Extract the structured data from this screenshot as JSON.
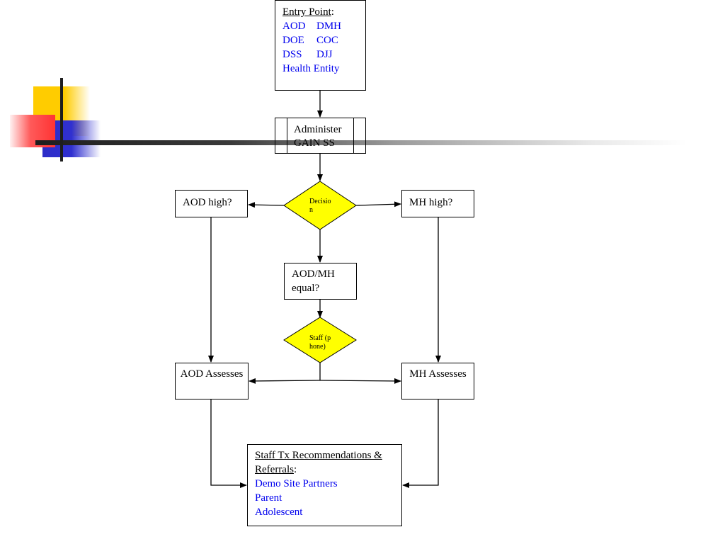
{
  "diagram": {
    "entry": {
      "heading": "Entry Point",
      "colon": ":",
      "rows": [
        [
          "AOD",
          "DMH"
        ],
        [
          "DOE",
          "COC"
        ],
        [
          "DSS",
          "DJJ"
        ]
      ],
      "last": "Health Entity"
    },
    "administer": "Administer GAIN SS",
    "decision": "Decision",
    "aod_high": "AOD high?",
    "mh_high": "MH high?",
    "equal": "AOD/MH equal?",
    "staff_phone": "Staff (phone)",
    "aod_assesses": "AOD Assesses",
    "mh_assesses": "MH Assesses",
    "recommendations": {
      "heading": "Staff Tx Recommendations & Referrals",
      "colon": ":",
      "items": [
        "Demo Site Partners",
        "Parent",
        "Adolescent"
      ]
    }
  },
  "colors": {
    "link_text": "#0000ee",
    "diamond_fill": "#ffff00",
    "deco_yellow": "#ffcc00",
    "deco_blue": "#3030d0",
    "deco_red": "#ff3333"
  }
}
